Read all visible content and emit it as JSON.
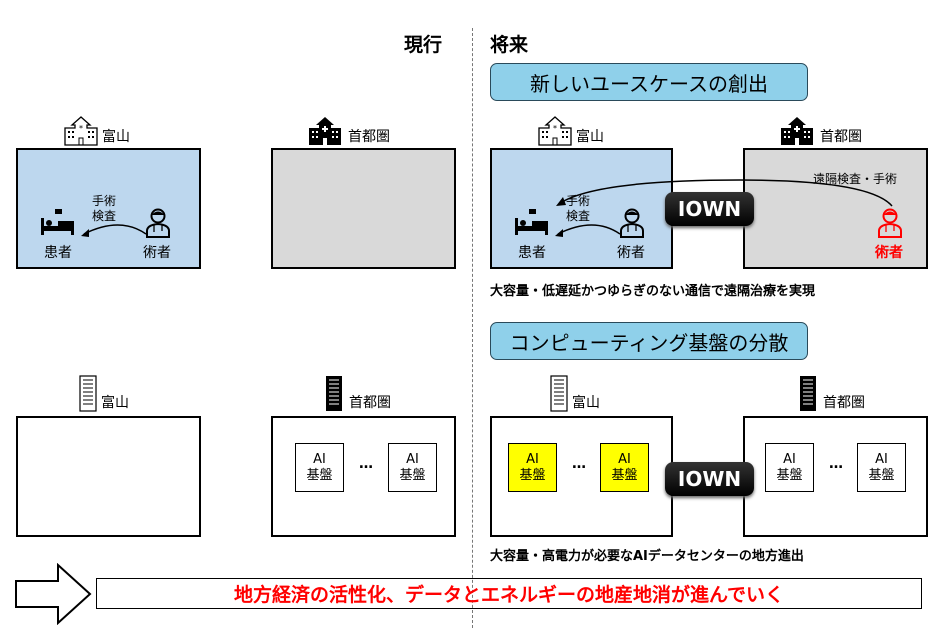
{
  "titles": {
    "current": "現行",
    "future": "将来"
  },
  "headers": [
    "新しいユースケースの創出",
    "コンピューティング基盤の分散"
  ],
  "locations": {
    "toyama": "富山",
    "metro": "首都圏"
  },
  "usecase": {
    "patient": "患者",
    "surgeon": "術者",
    "action_line1": "手術",
    "action_line2": "検査",
    "remote_action": "遠隔検査・手術",
    "remote_surgeon": "術者"
  },
  "ai_box": {
    "line1": "AI",
    "line2": "基盤",
    "dots": "…"
  },
  "iown": "IOWN",
  "captions": [
    "大容量・低遅延かつゆらぎのない通信で遠隔治療を実現",
    "大容量・高電力が必要なAIデータセンターの地方進出"
  ],
  "conclusion": "地方経済の活性化、データとエネルギーの地産地消が進んでいく",
  "colors": {
    "region_blue": "#bdd7ee",
    "metro_gray": "#d9d9d9",
    "header_blue": "#8fd0ea",
    "highlight_yellow": "#ffff00",
    "accent_red": "#ff0000"
  }
}
